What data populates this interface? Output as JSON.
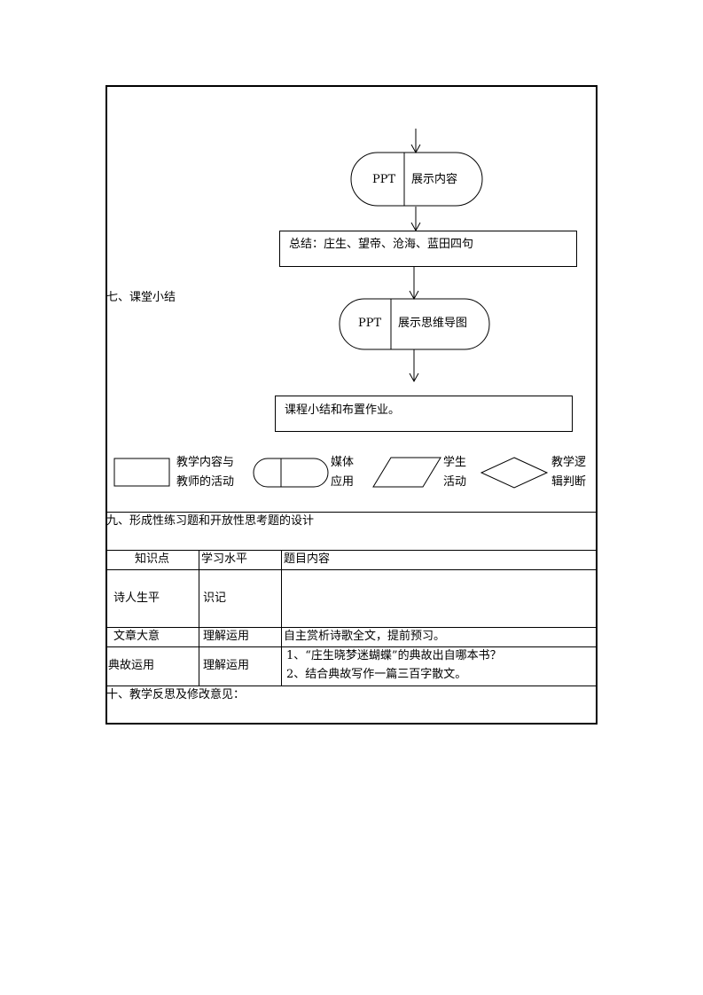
{
  "section7": {
    "label": "七、课堂小结",
    "flow": {
      "ppt1": {
        "left": "PPT",
        "right": "展示内容"
      },
      "summary": "总结：庄生、望帝、沧海、蓝田四句",
      "ppt2": {
        "left": "PPT",
        "right": "展示思维导图"
      },
      "homework": "课程小结和布置作业。"
    },
    "legend": {
      "rect_line1": "教学内容与",
      "rect_line2": "教师的活动",
      "media_line1": "媒体",
      "media_line2": "应用",
      "para_line1": "学生",
      "para_line2": "活动",
      "diamond_line1": "教学逻",
      "diamond_line2": "辑判断"
    }
  },
  "section9": {
    "title": "九、形成性练习题和开放性思考题的设计",
    "headers": [
      "知识点",
      "学习水平",
      "题目内容"
    ],
    "rows": [
      {
        "point": "诗人生平",
        "level": "识记",
        "content": [
          "",
          ""
        ]
      },
      {
        "point": "文章大意",
        "level": "理解运用",
        "content": [
          "自主赏析诗歌全文，提前预习。",
          ""
        ]
      },
      {
        "point": "典故运用",
        "level": "理解运用",
        "content": [
          "1、“庄生晓梦迷蝴蝶”的典故出自哪本书？",
          "2、结合典故写作一篇三百字散文。"
        ]
      }
    ]
  },
  "section10": {
    "title": "十、教学反思及修改意见："
  }
}
